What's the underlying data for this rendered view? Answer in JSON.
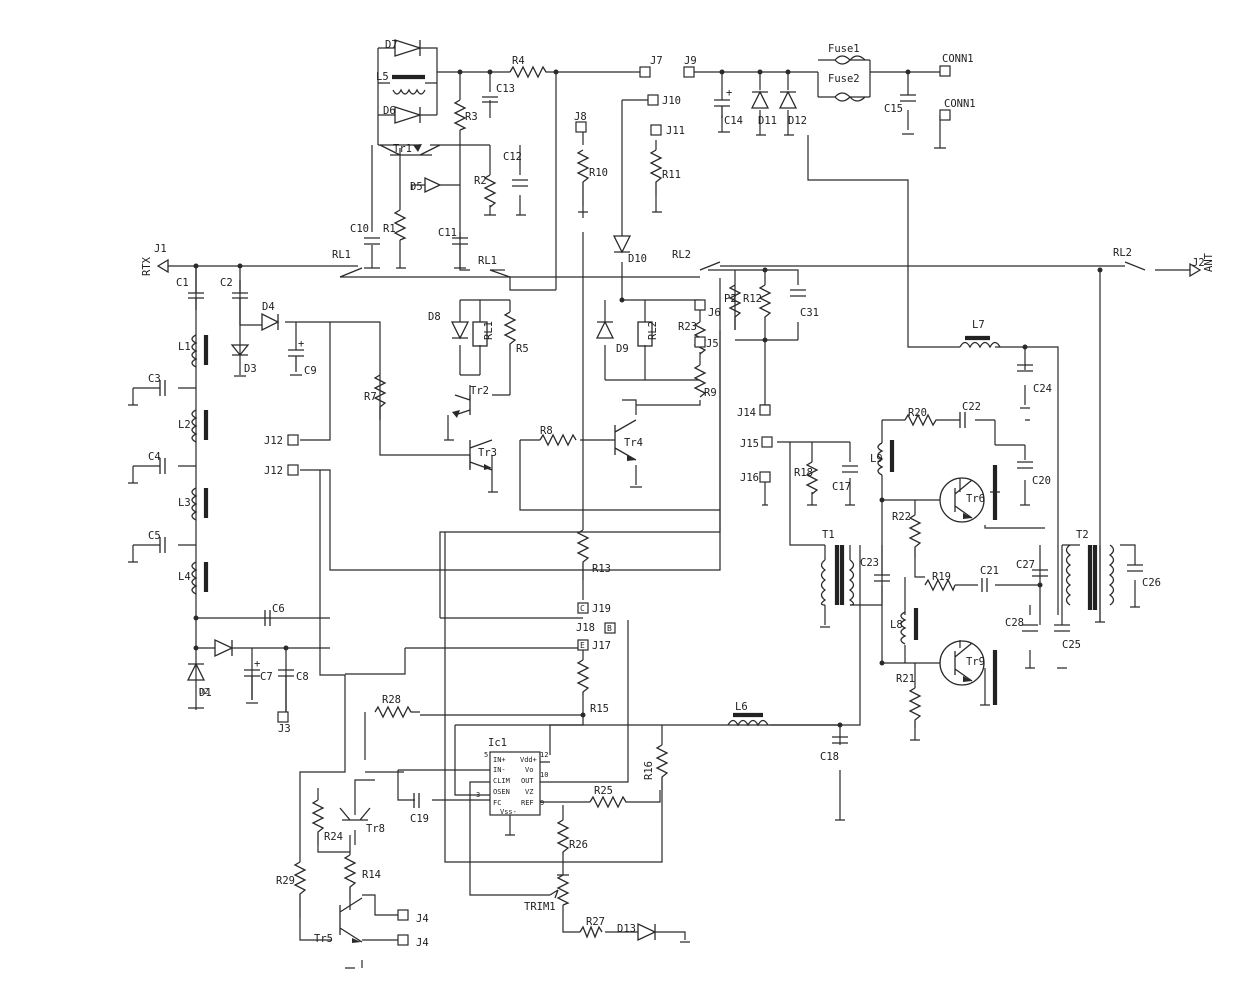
{
  "components": {
    "J1": "J1",
    "RTX": "RTX",
    "J2": "J2",
    "ANT": "ANT",
    "J3": "J3",
    "J4a": "J4",
    "J4b": "J4",
    "J5": "J5",
    "J6": "J6",
    "J7": "J7",
    "J8": "J8",
    "J9": "J9",
    "J10": "J10",
    "J11": "J11",
    "J12a": "J12",
    "J12b": "J12",
    "J14": "J14",
    "J15": "J15",
    "J16": "J16",
    "J17": "J17",
    "J18": "J18",
    "J19": "J19",
    "J17_pin": "E",
    "J18_pin": "B",
    "J19_pin": "C",
    "CONN1a": "CONN1",
    "CONN1b": "CONN1",
    "Fuse1": "Fuse1",
    "Fuse2": "Fuse2",
    "C1": "C1",
    "C2": "C2",
    "C3": "C3",
    "C4": "C4",
    "C5": "C5",
    "C6": "C6",
    "C7": "C7",
    "C8": "C8",
    "C9": "C9",
    "C10": "C10",
    "C11": "C11",
    "C12": "C12",
    "C13": "C13",
    "C14": "C14",
    "C15": "C15",
    "C17": "C17",
    "C18": "C18",
    "C19": "C19",
    "C20": "C20",
    "C21": "C21",
    "C22": "C22",
    "C23": "C23",
    "C24": "C24",
    "C25": "C25",
    "C26": "C26",
    "C27": "C27",
    "C28": "C28",
    "C31": "C31",
    "L1": "L1",
    "L2": "L2",
    "L3": "L3",
    "L4": "L4",
    "L5": "L5",
    "L6": "L6",
    "L7": "L7",
    "L8": "L8",
    "L9": "L9",
    "R1": "R1",
    "R2": "R2",
    "R3": "R3",
    "R4": "R4",
    "R5": "R5",
    "R7": "R7",
    "R8": "R8",
    "R9": "R9",
    "R10": "R10",
    "R11": "R11",
    "R12": "R12",
    "R13": "R13",
    "R14": "R14",
    "R15": "R15",
    "R16": "R16",
    "R18": "R18",
    "R19": "R19",
    "R20": "R20",
    "R21": "R21",
    "R22": "R22",
    "R23": "R23",
    "R24": "R24",
    "R25": "R25",
    "R26": "R26",
    "R27": "R27",
    "R28": "R28",
    "R29": "R29",
    "D1": "D1",
    "D2": "D2",
    "D3": "D3",
    "D4": "D4",
    "D5": "D5",
    "D6": "D6",
    "D7": "D7",
    "D8": "D8",
    "D9": "D9",
    "D10": "D10",
    "D11": "D11",
    "D12": "D12",
    "D13": "D13",
    "Tr1": "Tr1",
    "Tr2": "Tr2",
    "Tr3": "Tr3",
    "Tr4": "Tr4",
    "Tr5": "Tr5",
    "Tr6": "Tr6",
    "Tr8": "Tr8",
    "Tr9": "Tr9",
    "T1": "T1",
    "T2": "T2",
    "P2": "P2",
    "TRIM1": "TRIM1",
    "RL1a": "RL1",
    "RL1b": "RL1",
    "RL1coil": "RL1",
    "RL2a": "RL2",
    "RL2b": "RL2",
    "RL2coil": "RL2",
    "IC1": "Ic1"
  },
  "ic1_pins": {
    "p5": "5",
    "p12": "12",
    "p3": "3",
    "p10": "10",
    "p9": "9",
    "in_plus": "IN+",
    "in_minus": "IN-",
    "clim": "CLIM",
    "osen": "OSEN",
    "fc": "FC",
    "vdd_plus": "Vdd+",
    "vo": "Vo",
    "out": "OUT",
    "vz": "VZ",
    "ref": "REF",
    "vss": "Vss-"
  },
  "polarity": {
    "plus": "+"
  }
}
